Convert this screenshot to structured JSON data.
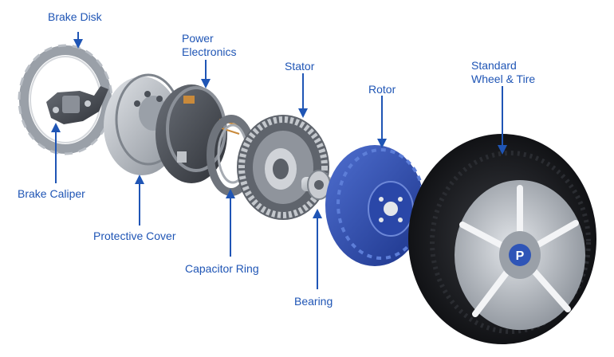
{
  "colors": {
    "label_text": "#1f55b5",
    "leader_line": "#1f55b5",
    "rotor_blue": "#2a47a8",
    "metal": "#a9aeb5",
    "dark_metal": "#4b5058",
    "tire": "#1c1d20",
    "wheel_silver": "#b7bcc3",
    "logo_blue": "#2f55b7"
  },
  "labels": {
    "brake_disk": "Brake Disk",
    "power_electronics": [
      "Power",
      "Electronics"
    ],
    "stator": "Stator",
    "rotor": "Rotor",
    "standard_wheel_tire": [
      "Standard",
      "Wheel & Tire"
    ],
    "brake_caliper": "Brake Caliper",
    "protective_cover": "Protective Cover",
    "capacitor_ring": "Capacitor Ring",
    "bearing": "Bearing"
  },
  "logo": {
    "letter": "P"
  }
}
